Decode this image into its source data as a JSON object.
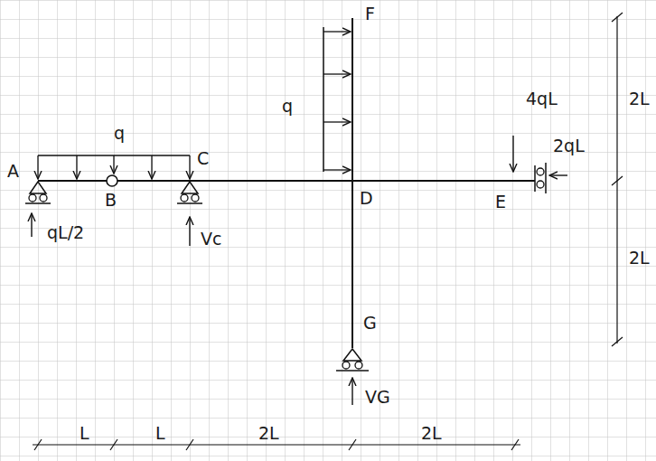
{
  "diagram": {
    "labels": [
      "F",
      "2L",
      "4qL",
      "q",
      "2qL",
      "q",
      "A",
      "C",
      "B",
      "D",
      "E",
      "qL/2",
      "Vc",
      "2L",
      "G",
      "VG",
      "L",
      "L",
      "2L",
      "2L"
    ]
  }
}
